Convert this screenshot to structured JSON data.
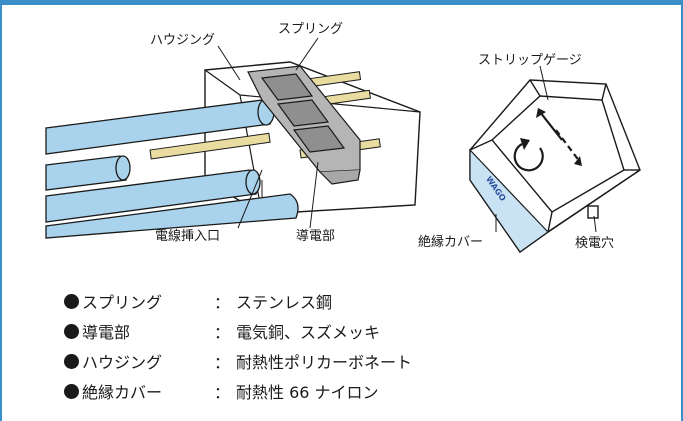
{
  "labels": {
    "housing": "ハウジング",
    "spring": "スプリング",
    "strip_gauge": "ストリップゲージ",
    "wire_inlet": "電線挿入口",
    "conductor": "導電部",
    "insulation_cover": "絶縁カバー",
    "test_hole": "検電穴",
    "brand_mark": "WAGO"
  },
  "materials": [
    {
      "part": "スプリング",
      "sep": "：",
      "material": "ステンレス鋼"
    },
    {
      "part": "導電部",
      "sep": "：",
      "material": "電気銅、スズメッキ"
    },
    {
      "part": "ハウジング",
      "sep": "：",
      "material": "耐熱性ポリカーボネート"
    },
    {
      "part": "絶縁カバー",
      "sep": "：",
      "material": "耐熱性 66 ナイロン"
    }
  ],
  "colors": {
    "frame": "#3a8fc8",
    "wire": "#a9d3ec",
    "conductor": "#e8dca0",
    "spring": "#a8a8a8",
    "cover": "#c9e3f5"
  }
}
